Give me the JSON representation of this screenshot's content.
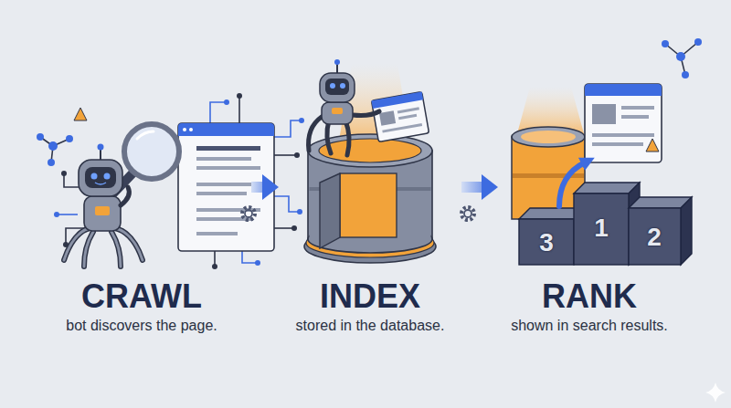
{
  "diagram": {
    "nodes": [
      {
        "text": [
          "CRAWL",
          "bot discovers the page."
        ]
      },
      {
        "text": [
          "INDEX",
          "stored in the database."
        ]
      },
      {
        "text": [
          "RANK",
          "shown in search results."
        ]
      }
    ],
    "edges": [
      {
        "from": 0,
        "to": 1,
        "arrow": "to"
      },
      {
        "from": 1,
        "to": 2,
        "arrow": "to"
      }
    ],
    "labels": [
      "3",
      "1",
      "2"
    ]
  }
}
